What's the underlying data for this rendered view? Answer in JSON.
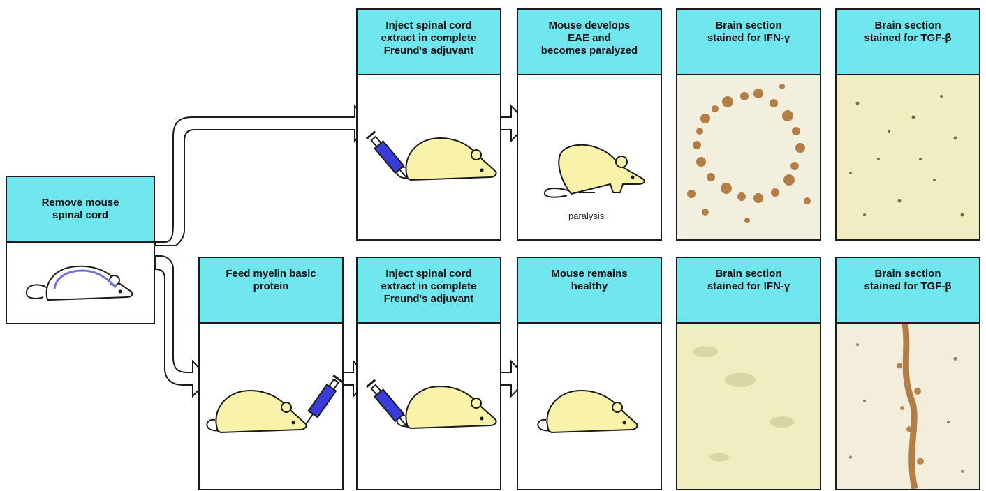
{
  "start": {
    "title": "Remove mouse\nspinal cord"
  },
  "top_row": {
    "step1": "Inject spinal cord\nextract in complete\nFreund's adjuvant",
    "step2": "Mouse develops\nEAE and\nbecomes paralyzed",
    "step2_caption": "paralysis",
    "ifn": "Brain section\nstained for IFN-γ",
    "tgf": "Brain section\nstained for TGF-β"
  },
  "bottom_row": {
    "step0": "Feed myelin basic\nprotein",
    "step1": "Inject spinal cord\nextract in complete\nFreund's adjuvant",
    "step2": "Mouse remains\nhealthy",
    "ifn": "Brain section\nstained for IFN-γ",
    "tgf": "Brain section\nstained for TGF-β"
  },
  "colors": {
    "header": "#6fe6ee",
    "mouse_fill": "#f8f3a8",
    "syringe": "#3b3bd8",
    "spinal_cord": "#6f6fe0",
    "stain_brown": "#a86a2c",
    "section_bg": "#f0eec0"
  }
}
